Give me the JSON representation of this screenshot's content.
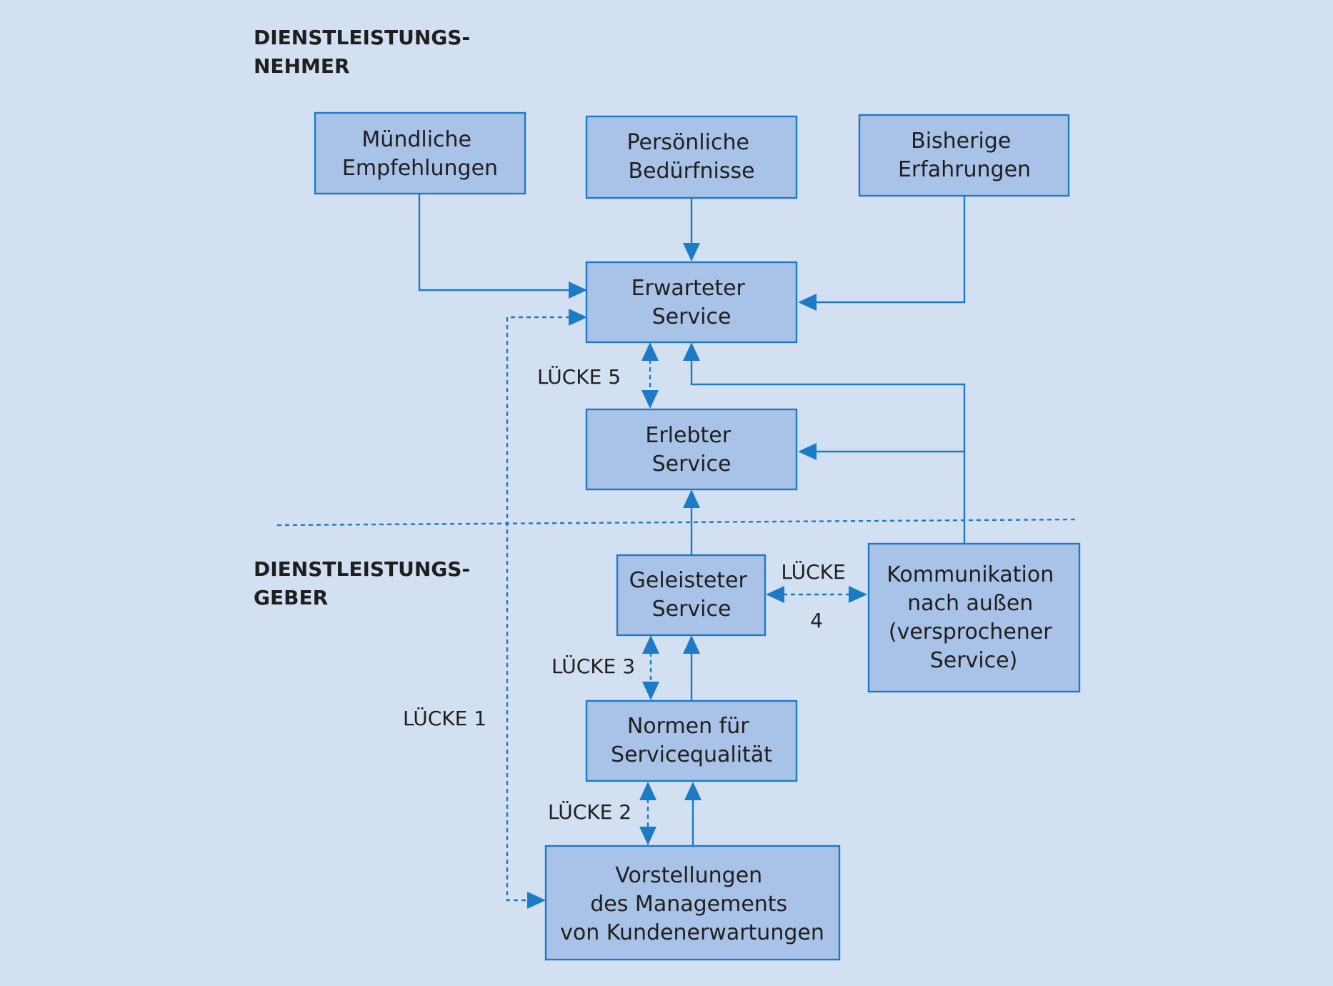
{
  "headings": {
    "customer": [
      "DIENSTLEISTUNGS-",
      "NEHMER"
    ],
    "provider": [
      "DIENSTLEISTUNGS-",
      "GEBER"
    ]
  },
  "nodes": {
    "word_of_mouth": [
      "Mündliche",
      "Empfehlungen"
    ],
    "personal_needs": [
      "Persönliche",
      "Bedürfnisse"
    ],
    "past_experience": [
      "Bisherige",
      "Erfahrungen"
    ],
    "expected_service": [
      "Erwarteter",
      "Service"
    ],
    "perceived_service": [
      "Erlebter",
      "Service"
    ],
    "delivered_service": [
      "Geleisteter",
      "Service"
    ],
    "external_communication": [
      "Kommunikation",
      "nach außen",
      "(versprochener",
      "Service)"
    ],
    "quality_standards": [
      "Normen für",
      "Servicequalität"
    ],
    "management_perceptions": [
      "Vorstellungen",
      "des Managements",
      "von Kundenerwartungen"
    ]
  },
  "gaps": {
    "gap1": "LÜCKE 1",
    "gap2": "LÜCKE 2",
    "gap3": "LÜCKE 3",
    "gap4_line1": "LÜCKE",
    "gap4_line2": "4",
    "gap5": "LÜCKE 5"
  }
}
